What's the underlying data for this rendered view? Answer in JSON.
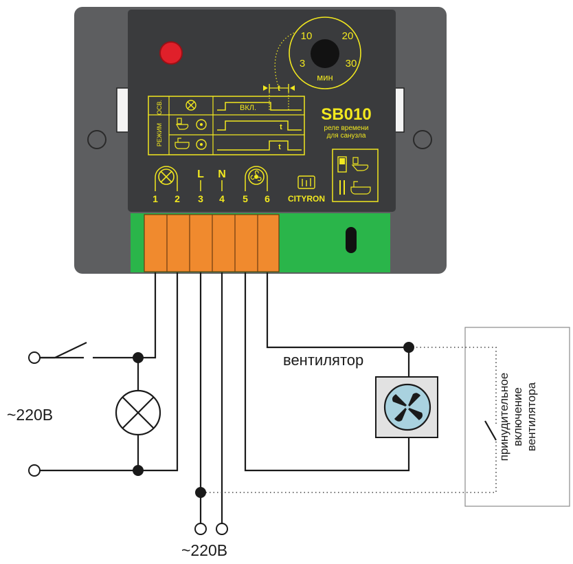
{
  "device": {
    "model": "SB010",
    "subtitle_line1": "реле времени",
    "subtitle_line2": "для санузла",
    "brand": "CITYRON",
    "knob": {
      "marks": [
        "10",
        "20",
        "3",
        "30"
      ],
      "unit": "мин"
    },
    "timing": {
      "t_label": "t",
      "on_label": "ВКЛ.",
      "row_osv": "ОСВ.",
      "row_rezhim": "РЕЖИМ"
    },
    "terminals": {
      "numbers": [
        "1",
        "2",
        "3",
        "4",
        "5",
        "6"
      ],
      "l_label": "L",
      "n_label": "N"
    },
    "colors": {
      "body": "#5d5e60",
      "panel": "#3a3b3d",
      "terminal": "#f08a2e",
      "green": "#2ab54a",
      "led": "#e0202a",
      "marking": "#f2e81f"
    }
  },
  "labels": {
    "supply_left": "~220В",
    "supply_bottom": "~220В",
    "fan": "вентилятор",
    "forced_line1": "принудительное",
    "forced_line2": "включение",
    "forced_line3": "вентилятора"
  }
}
